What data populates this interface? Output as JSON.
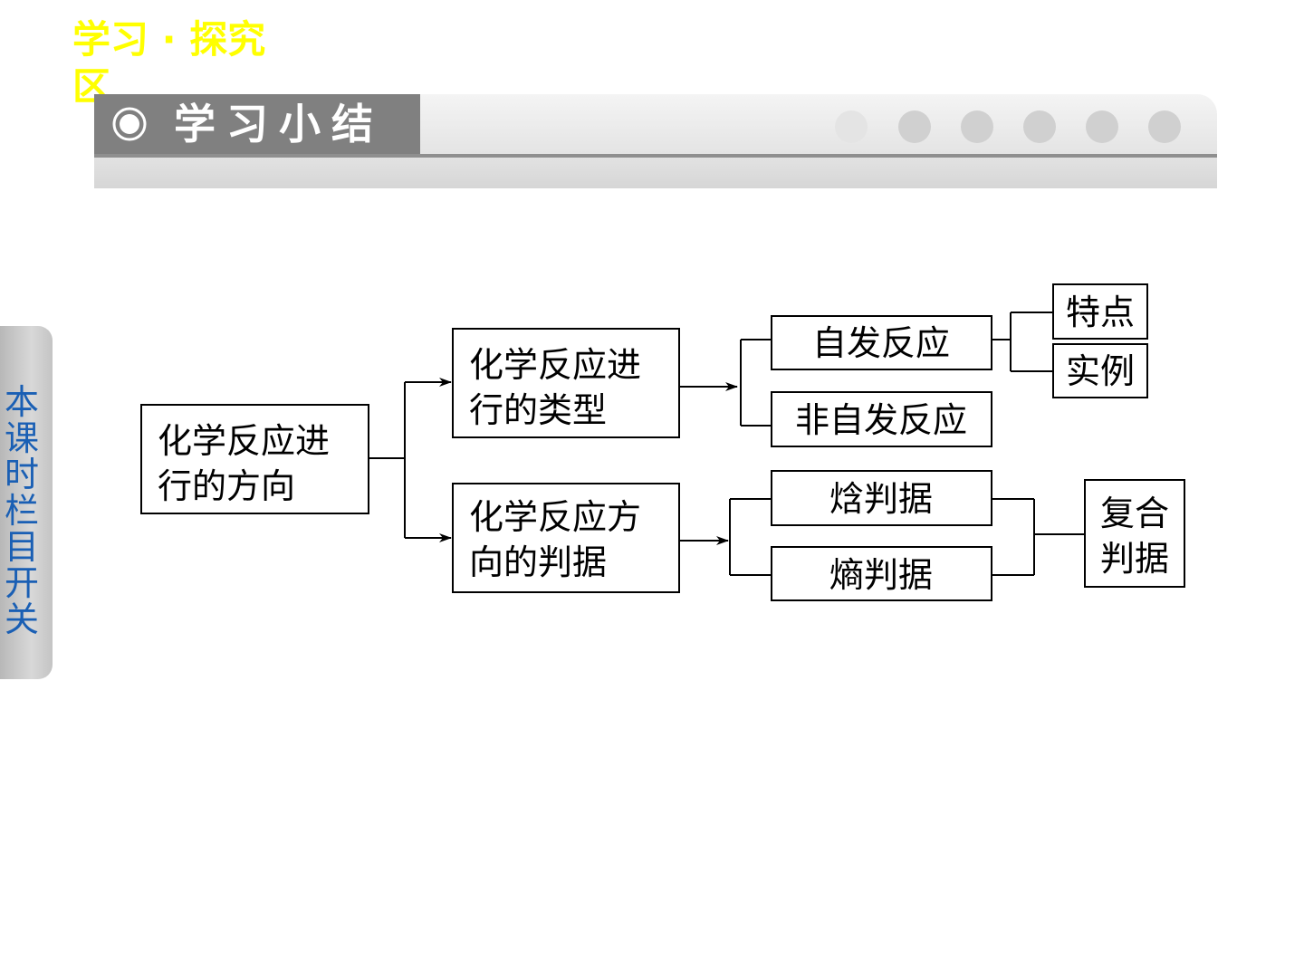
{
  "section_tag": "学习 · 探究区",
  "banner": {
    "title": "学习小结",
    "icon": "target-icon",
    "accent": "#808080"
  },
  "side_tab": {
    "label": "本课时栏目开关",
    "color": "#1a5fb4"
  },
  "diagram": {
    "root": {
      "lines": [
        "化学反应进",
        "行的方向"
      ]
    },
    "types": {
      "lines": [
        "化学反应进",
        "行的类型"
      ]
    },
    "criteria": {
      "lines": [
        "化学反应方",
        "向的判据"
      ]
    },
    "spontaneous": {
      "lines": [
        "自发反应"
      ]
    },
    "nonspontaneous": {
      "lines": [
        "非自发反应"
      ]
    },
    "features": {
      "lines": [
        "特点"
      ]
    },
    "examples": {
      "lines": [
        "实例"
      ]
    },
    "enthalpy": {
      "lines": [
        "焓判据"
      ]
    },
    "entropy": {
      "lines": [
        "熵判据"
      ]
    },
    "combined": {
      "lines": [
        "复合",
        "判据"
      ]
    }
  }
}
